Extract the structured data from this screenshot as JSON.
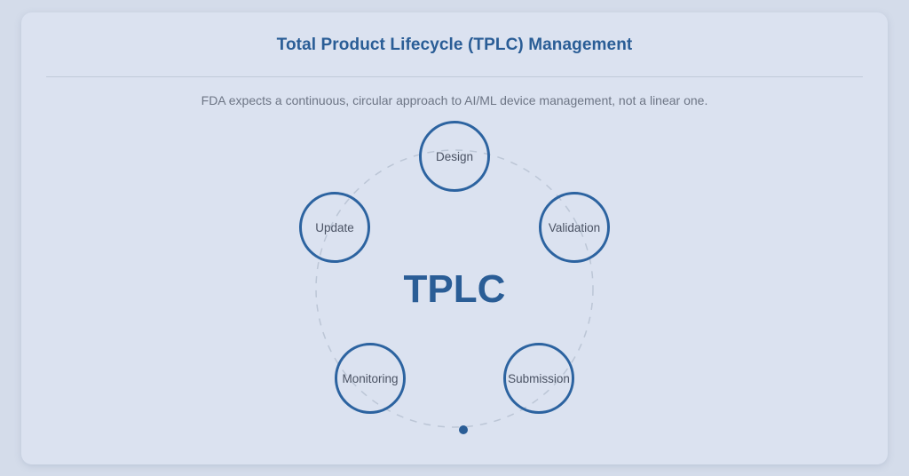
{
  "header": {
    "title": "Total Product Lifecycle (TPLC) Management",
    "subtitle": "FDA expects a continuous, circular approach to AI/ML device management, not a linear one."
  },
  "diagram": {
    "center_label": "TPLC",
    "nodes": [
      {
        "label": "Design"
      },
      {
        "label": "Validation"
      },
      {
        "label": "Submission"
      },
      {
        "label": "Monitoring"
      },
      {
        "label": "Update"
      }
    ],
    "colors": {
      "accent": "#2c63a0",
      "title": "#2a5d96",
      "orbit": "#bcc6d6",
      "dot": "#2a5d96"
    }
  }
}
